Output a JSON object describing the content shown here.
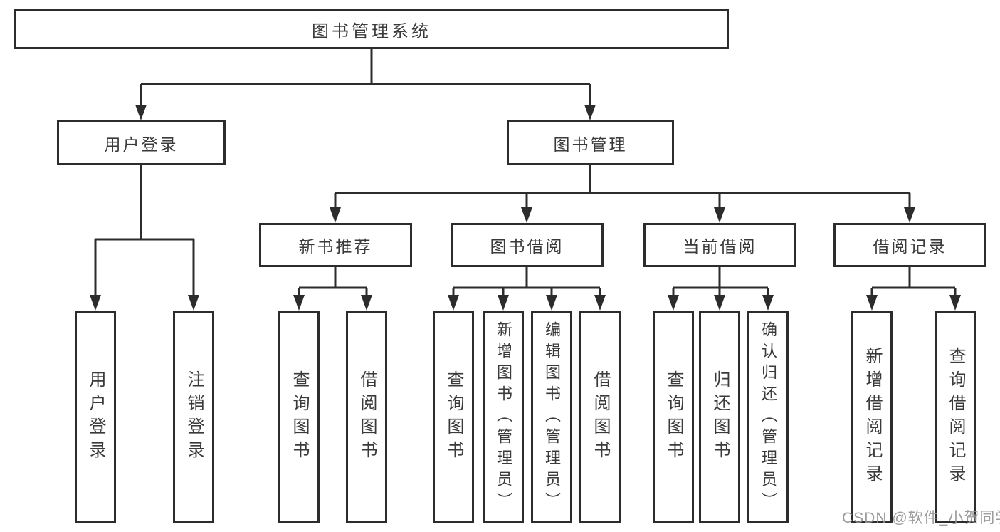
{
  "diagram": {
    "title": "图书管理系统",
    "level2": [
      {
        "label": "用户登录"
      },
      {
        "label": "图书管理"
      }
    ],
    "level3": [
      {
        "label": "新书推荐",
        "parent": "图书管理"
      },
      {
        "label": "图书借阅",
        "parent": "图书管理"
      },
      {
        "label": "当前借阅",
        "parent": "图书管理"
      },
      {
        "label": "借阅记录",
        "parent": "图书管理"
      }
    ],
    "leaves": [
      {
        "label": "用户登录",
        "parent": "用户登录"
      },
      {
        "label": "注销登录",
        "parent": "用户登录"
      },
      {
        "label": "查询图书",
        "parent": "新书推荐"
      },
      {
        "label": "借阅图书",
        "parent": "新书推荐"
      },
      {
        "label": "查询图书",
        "parent": "图书借阅"
      },
      {
        "label": "新增图书（管理员）",
        "parent": "图书借阅"
      },
      {
        "label": "编辑图书（管理员）",
        "parent": "图书借阅"
      },
      {
        "label": "借阅图书",
        "parent": "图书借阅"
      },
      {
        "label": "查询图书",
        "parent": "当前借阅"
      },
      {
        "label": "归还图书",
        "parent": "当前借阅"
      },
      {
        "label": "确认归还（管理员）",
        "parent": "当前借阅"
      },
      {
        "label": "新增借阅记录",
        "parent": "借阅记录"
      },
      {
        "label": "查询借阅记录",
        "parent": "借阅记录"
      }
    ],
    "colors": {
      "line": "#2c2c2c",
      "text": "#3a3a3a",
      "background": "#ffffff",
      "watermark": "#949494"
    }
  },
  "watermark": "CSDN @软件_小贺同学"
}
